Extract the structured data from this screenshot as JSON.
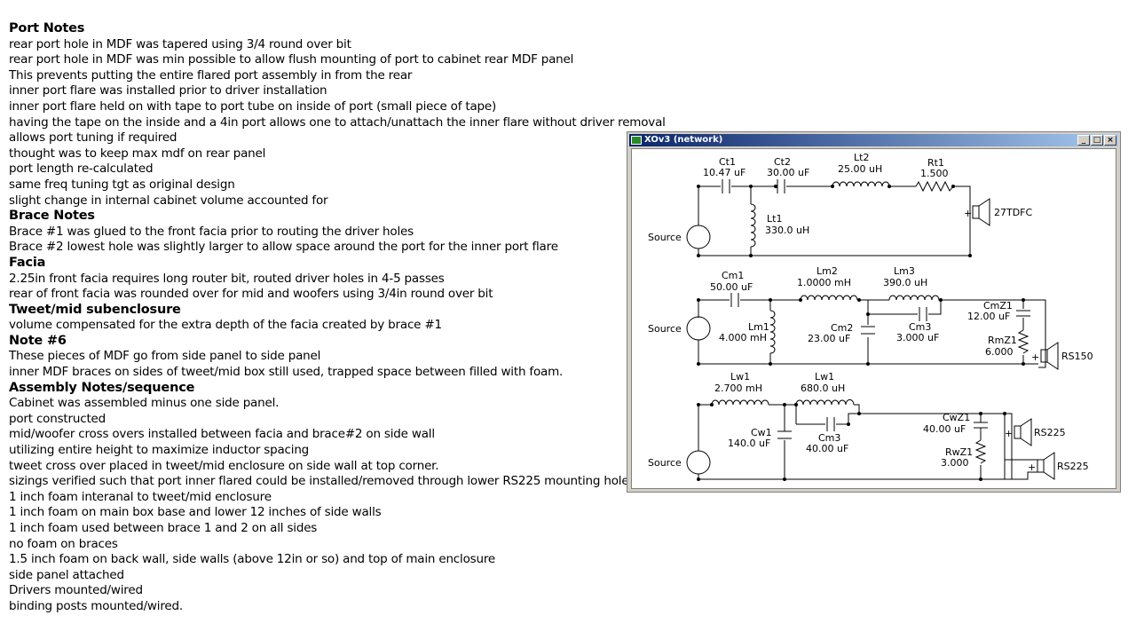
{
  "notes": [
    {
      "text": "Port Notes",
      "heading": true
    },
    {
      "text": "rear port hole in MDF was tapered using 3/4 round over bit"
    },
    {
      "text": "rear port hole in MDF was min possible to allow flush mounting of port to cabinet rear MDF panel"
    },
    {
      "text": "This prevents putting the entire flared port assembly in from the rear"
    },
    {
      "text": "inner port flare was installed prior to driver installation"
    },
    {
      "text": "inner port flare held on with tape to port tube on inside of port (small piece of tape)"
    },
    {
      "text": "having the tape on the inside and a 4in port allows one to attach/unattach the inner flare without driver removal"
    },
    {
      "text": "allows port tuning if required"
    },
    {
      "text": "thought was to keep max mdf on rear panel"
    },
    {
      "text": "port length re-calculated"
    },
    {
      "text": "same freq tuning tgt as original design"
    },
    {
      "text": "slight change in internal cabinet volume accounted for"
    },
    {
      "text": "Brace Notes",
      "heading": true
    },
    {
      "text": "Brace #1 was glued to the front facia prior to routing the driver holes"
    },
    {
      "text": "Brace #2 lowest hole was slightly larger to allow space around the port for the inner port flare"
    },
    {
      "text": "Facia",
      "heading": true
    },
    {
      "text": "2.25in front facia requires long router bit, routed driver holes in 4-5 passes"
    },
    {
      "text": "rear of front facia was rounded over for mid and woofers using 3/4in round over bit"
    },
    {
      "text": "Tweet/mid subenclosure",
      "heading": true
    },
    {
      "text": "volume compensated for the extra depth of the facia created by brace #1"
    },
    {
      "text": "Note #6",
      "heading": true
    },
    {
      "text": "These pieces of MDF go from side panel to side panel"
    },
    {
      "text": "inner MDF braces on sides of tweet/mid box still used, trapped space between filled with foam."
    },
    {
      "text": "Assembly Notes/sequence",
      "heading": true
    },
    {
      "text": "Cabinet was assembled minus one side panel."
    },
    {
      "text": "port constructed"
    },
    {
      "text": "mid/woofer cross overs installed between facia and brace#2 on side wall"
    },
    {
      "text": "utilizing entire height to maximize inductor spacing"
    },
    {
      "text": "tweet cross over placed in tweet/mid enclosure on side wall at top corner."
    },
    {
      "text": "sizings verified such that port inner flared could be installed/removed through lower RS225 mounting hole"
    },
    {
      "text": "1 inch foam interanal to tweet/mid enclosure"
    },
    {
      "text": "1 inch foam on main box base and lower 12 inches of side walls"
    },
    {
      "text": "1 inch foam used between brace 1 and 2 on all sides"
    },
    {
      "text": "no foam on braces"
    },
    {
      "text": "1.5 inch foam on back wall, side walls (above 12in or so) and top of main enclosure"
    },
    {
      "text": "side panel attached"
    },
    {
      "text": "Drivers mounted/wired"
    },
    {
      "text": "binding posts mounted/wired."
    }
  ],
  "window": {
    "title": "XOv3 (network)",
    "minimize": "_",
    "maximize": "□",
    "close": "×",
    "title_color": "#0a246a"
  },
  "circuit": {
    "tweeter": {
      "ct1_name": "Ct1",
      "ct1_value": "10.47 uF",
      "ct2_name": "Ct2",
      "ct2_value": "30.00 uF",
      "lt2_name": "Lt2",
      "lt2_value": "25.00 uH",
      "rt1_name": "Rt1",
      "rt1_value": "1.500",
      "lt1_name": "Lt1",
      "lt1_value": "330.0 uH",
      "source": "Source",
      "driver": "27TDFC",
      "plus": "+"
    },
    "mid": {
      "cm1_name": "Cm1",
      "cm1_value": "50.00 uF",
      "lm2_name": "Lm2",
      "lm2_value": "1.0000 mH",
      "lm3_name": "Lm3",
      "lm3_value": "390.0 uH",
      "cmz1_name": "CmZ1",
      "cmz1_value": "12.00 uF",
      "lm1_name": "Lm1",
      "lm1_value": "4.000 mH",
      "cm2_name": "Cm2",
      "cm2_value": "23.00 uF",
      "cm3_name": "Cm3",
      "cm3_value": "3.000 uF",
      "rmz1_name": "RmZ1",
      "rmz1_value": "6.000",
      "source": "Source",
      "driver": "RS150",
      "plus": "+"
    },
    "woofer": {
      "lw1a_name": "Lw1",
      "lw1a_value": "2.700 mH",
      "lw1b_name": "Lw1",
      "lw1b_value": "680.0 uH",
      "cwz1_name": "CwZ1",
      "cwz1_value": "40.00 uF",
      "cw1_name": "Cw1",
      "cw1_value": "140.0 uF",
      "cm3_name": "Cm3",
      "cm3_value": "40.00 uF",
      "rwz1_name": "RwZ1",
      "rwz1_value": "3.000",
      "source": "Source",
      "driver_a": "RS225",
      "driver_b": "RS225",
      "plus": "+"
    }
  }
}
